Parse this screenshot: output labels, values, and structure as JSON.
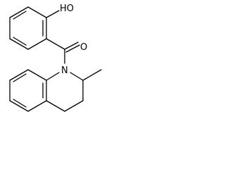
{
  "structure": {
    "labels": {
      "hydroxyl": "HO",
      "carbonyl_oxygen": "O",
      "ring_nitrogen": "N"
    },
    "line_color": "#000000",
    "background_color": "#ffffff"
  }
}
